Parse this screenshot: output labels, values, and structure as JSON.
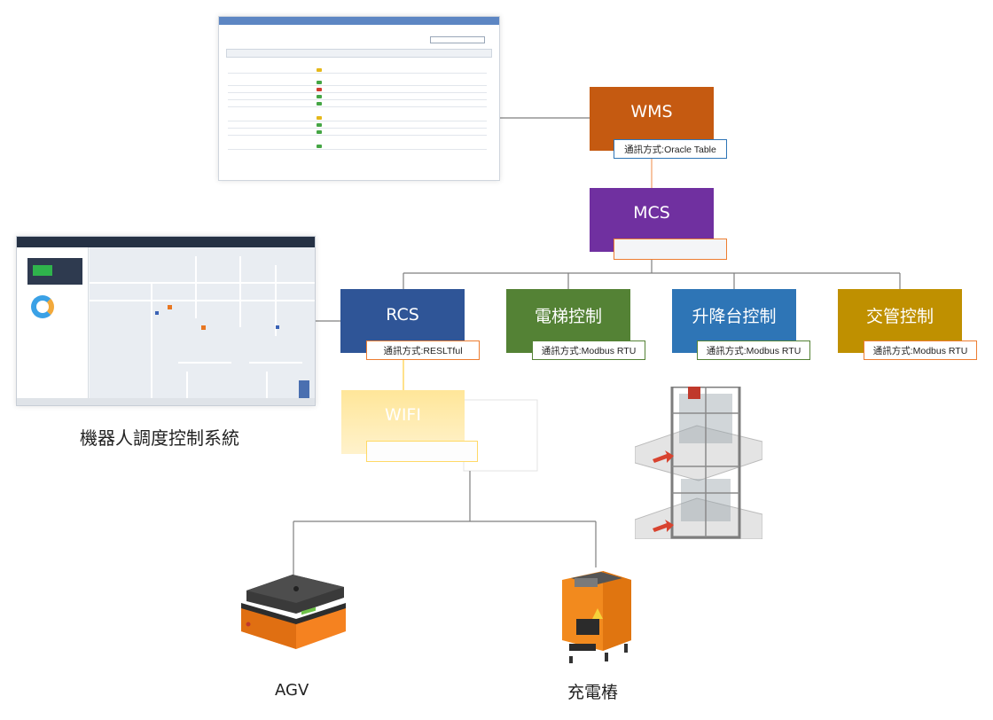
{
  "nodes": {
    "wms": {
      "label": "WMS",
      "tag": "通訊方式:Oracle Table",
      "color": "#c55a11"
    },
    "mcs": {
      "label": "MCS",
      "tag": "",
      "color": "#7030a0"
    },
    "rcs": {
      "label": "RCS",
      "tag": "通訊方式:RESLTful",
      "color": "#2f5597"
    },
    "elevator": {
      "label": "電梯控制",
      "tag": "通訊方式:Modbus RTU",
      "color": "#548235"
    },
    "lift": {
      "label": "升降台控制",
      "tag": "通訊方式:Modbus RTU",
      "color": "#2e75b6"
    },
    "traffic": {
      "label": "交管控制",
      "tag": "通訊方式:Modbus RTU",
      "color": "#bf9000"
    },
    "wifi": {
      "label": "WIFI",
      "tag": "",
      "color": "#ffd966"
    }
  },
  "captions": {
    "rcs_system": "機器人調度控制系統",
    "agv": "AGV",
    "charger": "充電樁"
  },
  "colors": {
    "line": "#7f7f7f",
    "link_orange": "#f4b183",
    "link_yellow": "#ffd966",
    "tag_border_wms": "#2e75b6",
    "tag_border_orange": "#ed7d31",
    "agv_body": "#f58220",
    "agv_top": "#3a3a3a",
    "charger_body": "#f28a1e"
  },
  "icons": {
    "wms_screenshot": "wms-dashboard-screenshot",
    "rcs_screenshot": "rcs-map-screenshot",
    "lift_machine": "vertical-lift-image",
    "agv_robot": "agv-robot-image",
    "charging_station": "charging-station-image"
  }
}
